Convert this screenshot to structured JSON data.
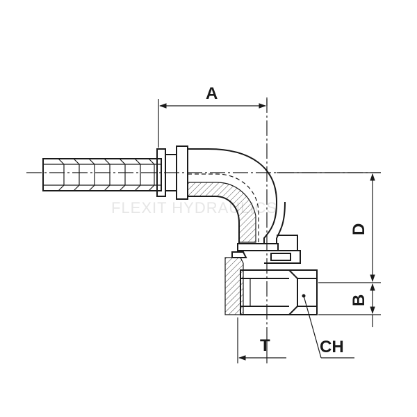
{
  "diagram": {
    "watermark": "FLEXIT HYDRAULICS",
    "dimensions": {
      "A": "A",
      "B": "B",
      "D": "D",
      "T": "T",
      "CH": "CH"
    }
  }
}
